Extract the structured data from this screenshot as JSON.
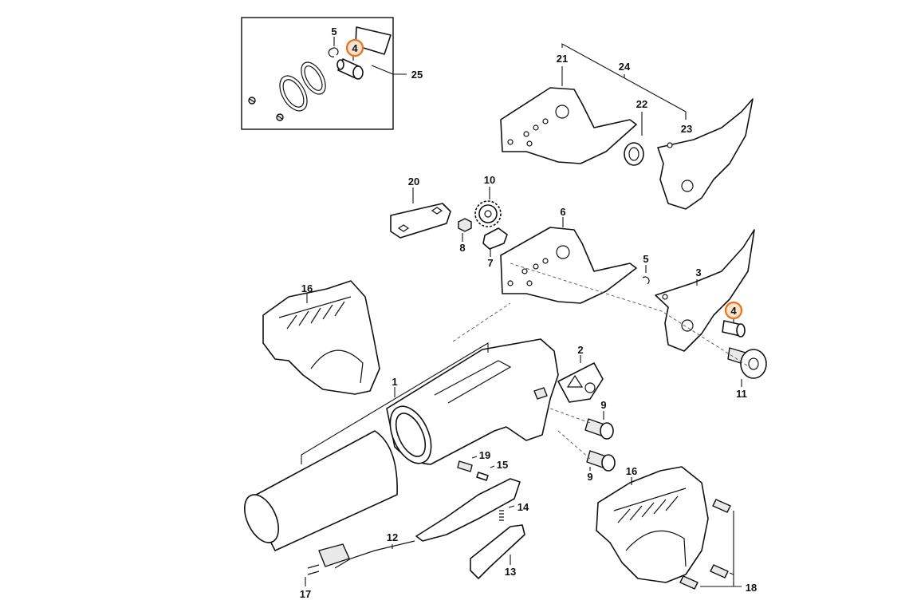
{
  "callouts": {
    "c1": "1",
    "c2": "2",
    "c3": "3",
    "c4a": "4",
    "c4b": "4",
    "c5a": "5",
    "c5b": "5",
    "c6": "6",
    "c7": "7",
    "c8": "8",
    "c9a": "9",
    "c9b": "9",
    "c10": "10",
    "c11": "11",
    "c12": "12",
    "c13": "13",
    "c14": "14",
    "c15": "15",
    "c16a": "16",
    "c16b": "16",
    "c17": "17",
    "c18": "18",
    "c19": "19",
    "c20": "20",
    "c21": "21",
    "c22": "22",
    "c23": "23",
    "c24": "24",
    "c25": "25"
  },
  "highlight_color": "#e8711a",
  "icons": [
    "warning-label-icon"
  ]
}
